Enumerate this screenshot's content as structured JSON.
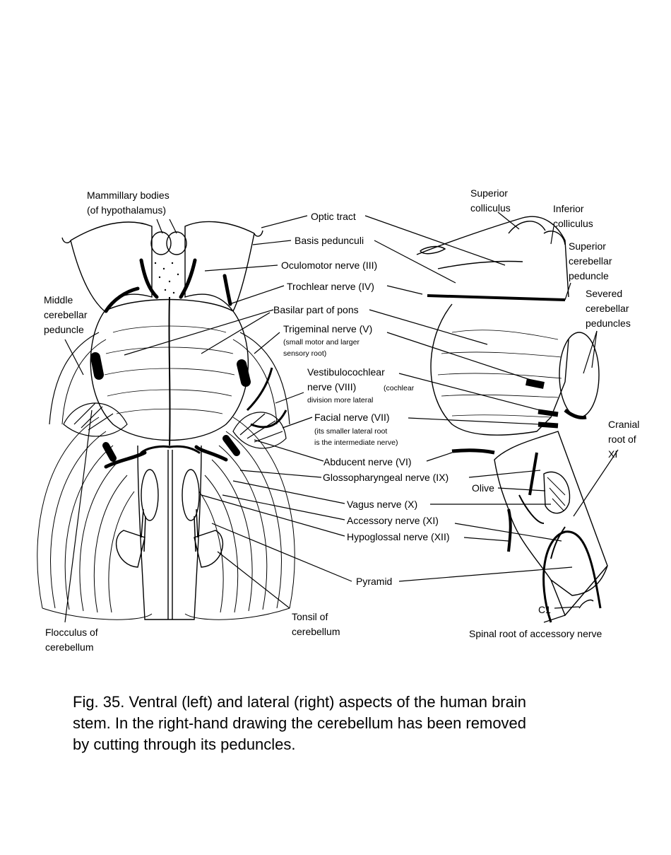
{
  "labels": {
    "mammillary_bodies": "Mammillary bodies\n(of hypothalamus)",
    "optic_tract": "Optic tract",
    "basis_pedunculi": "Basis pedunculi",
    "oculomotor_nerve": "Oculomotor nerve (III)",
    "trochlear_nerve": "Trochlear nerve (IV)",
    "basilar_part_pons": "Basilar part of pons",
    "trigeminal_nerve": "Trigeminal nerve (V)",
    "trigeminal_note": "(small motor and larger\nsensory root)",
    "vestibulocochlear_nerve": "Vestibulocochlear\nnerve (VIII)",
    "vestibulocochlear_note_inline": "(cochlear",
    "vestibulocochlear_note": "division more lateral",
    "facial_nerve": "Facial nerve (VII)",
    "facial_note": "(its smaller lateral root\nis the intermediate nerve)",
    "abducent_nerve": "Abducent nerve (VI)",
    "glossopharyngeal_nerve": "Glossopharyngeal nerve (IX)",
    "vagus_nerve": "Vagus nerve (X)",
    "accessory_nerve": "Accessory nerve (XI)",
    "hypoglossal_nerve": "Hypoglossal nerve (XII)",
    "pyramid": "Pyramid",
    "tonsil": "Tonsil of\ncerebellum",
    "flocculus": "Flocculus of\ncerebellum",
    "middle_cerebellar_peduncle": "Middle\ncerebellar\npeduncle",
    "superior_colliculus": "Superior\ncolliculus",
    "inferior_colliculus": "Inferior\ncolliculus",
    "superior_cerebellar_peduncle": "Superior\ncerebellar\npeduncle",
    "severed_peduncles": "Severed\ncerebellar\npeduncles",
    "cranial_root_xi": "Cranial\nroot of\nXI",
    "olive": "Olive",
    "c1": "C1",
    "spinal_root_accessory": "Spinal root of accessory nerve"
  },
  "caption": "Fig. 35.  Ventral (left) and lateral (right) aspects of the human brain\nstem.  In the right-hand drawing the cerebellum has been removed\nby cutting through its peduncles."
}
